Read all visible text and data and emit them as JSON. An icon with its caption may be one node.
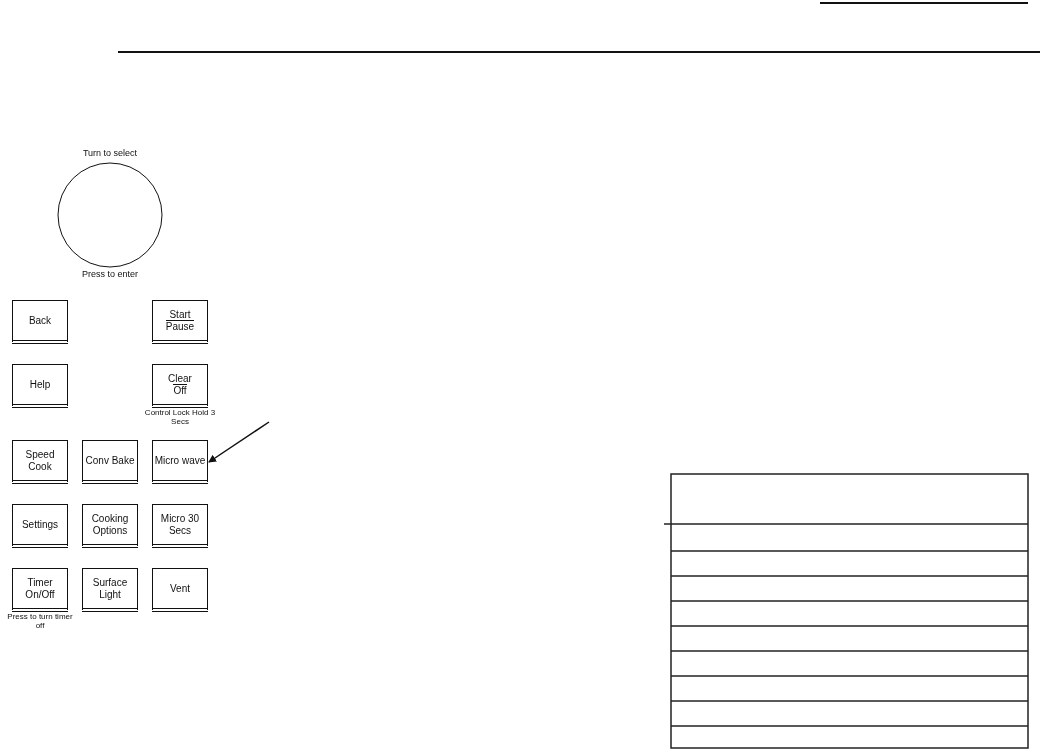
{
  "diagram": {
    "nodes": [
      {
        "text": [
          "Turn to select",
          "Press to enter"
        ]
      },
      {
        "text": [
          "Back"
        ]
      },
      {
        "text": [
          "Start",
          "Pause"
        ]
      },
      {
        "text": [
          "Help"
        ]
      },
      {
        "text": [
          "Clear",
          "Off"
        ],
        "beside": [
          "Control Lock Hold 3 Secs"
        ]
      },
      {
        "text": [
          "Speed Cook"
        ]
      },
      {
        "text": [
          "Conv Bake"
        ]
      },
      {
        "text": [
          "Micro wave"
        ]
      },
      {
        "text": [
          "Settings"
        ]
      },
      {
        "text": [
          "Cooking Options"
        ]
      },
      {
        "text": [
          "Micro 30 Secs"
        ]
      },
      {
        "text": [
          "Timer On/Off"
        ],
        "beside": [
          "Press to turn timer off"
        ]
      },
      {
        "text": [
          "Surface Light"
        ]
      },
      {
        "text": [
          "Vent"
        ]
      }
    ],
    "edges": [
      {
        "from": null,
        "to": 7,
        "arrow": "to"
      }
    ]
  }
}
